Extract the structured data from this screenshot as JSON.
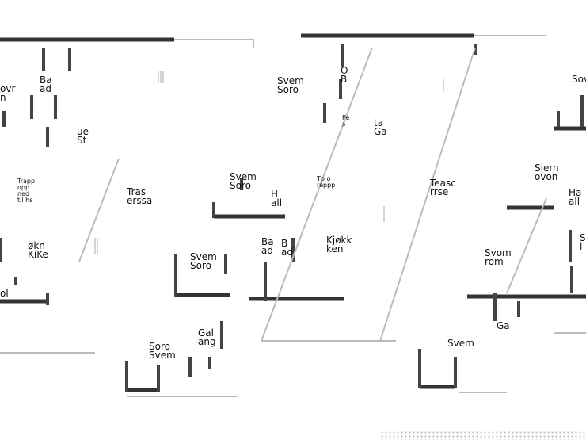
{
  "plan": {
    "labels": [
      {
        "id": "bad-1",
        "text": "Ba\nad"
      },
      {
        "id": "sovrom-1",
        "text": "ovr\nn"
      },
      {
        "id": "stue",
        "text": "ue\nSt"
      },
      {
        "id": "trapp-1",
        "text": "Trapp\nopp\nned\ntil hs"
      },
      {
        "id": "terrasse-1",
        "text": "Tras\nerssa"
      },
      {
        "id": "kjokken",
        "text": "økn\nKiKe"
      },
      {
        "id": "vaskerom",
        "text": "ol"
      },
      {
        "id": "sovrom-2",
        "text": "Svem\nSoro"
      },
      {
        "id": "bad-2",
        "text": "B\nad"
      },
      {
        "id": "gang-1",
        "text": "Gal\nang"
      },
      {
        "id": "sovrom-3",
        "text": "Soro\nSvem"
      },
      {
        "id": "sovrom-4",
        "text": "Svem\nSoro"
      },
      {
        "id": "bad-3",
        "text": "O\nB"
      },
      {
        "id": "pers",
        "text": "Pe\ns"
      },
      {
        "id": "ga",
        "text": "ta\nGa"
      },
      {
        "id": "sovrom-5",
        "text": "Svem\nSoro"
      },
      {
        "id": "trapp-2",
        "text": "Tp o\nreppp"
      },
      {
        "id": "hall",
        "text": "H\nall"
      },
      {
        "id": "bad-4",
        "text": "Ba\nad"
      },
      {
        "id": "kjokken-2",
        "text": "Kjøkk\nken"
      },
      {
        "id": "terrasse-2",
        "text": "Teasc\nrrse"
      },
      {
        "id": "sovrom-6",
        "text": "Siern\novon"
      },
      {
        "id": "hall-2",
        "text": "Ha\nall"
      },
      {
        "id": "sovrom-7",
        "text": "Svom\nrom"
      },
      {
        "id": "ga-2",
        "text": "Ga"
      },
      {
        "id": "sovrom-8",
        "text": "Svem"
      },
      {
        "id": "sov-edge",
        "text": "Sov"
      },
      {
        "id": "right-edge",
        "text": "S\nl"
      }
    ]
  }
}
